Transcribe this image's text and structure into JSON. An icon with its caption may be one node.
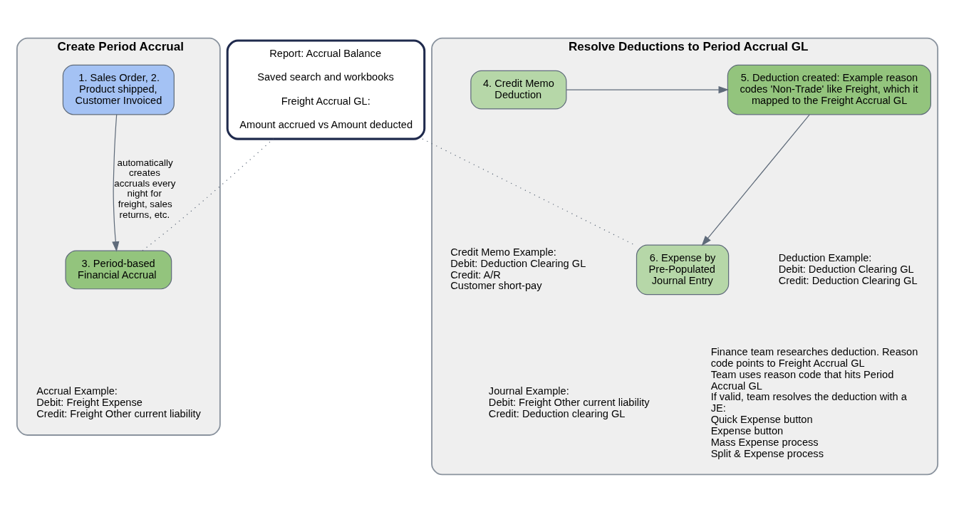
{
  "diagram": {
    "nodes": [
      {
        "text": [
          "Create Period Accrual"
        ]
      },
      {
        "text": [
          "1. Sales Order, 2. Product shipped, Customer Invoiced"
        ],
        "in": 0
      },
      {
        "text": [
          "3. Period-based Financial Accrual"
        ],
        "in": 0,
        "beside": [
          "Accrual Example:",
          "Debit: Freight Expense",
          "Credit: Freight Other current liability"
        ]
      },
      {
        "text": [
          "Resolve Deductions to Period Accrual GL"
        ]
      },
      {
        "text": [
          "4. Credit Memo Deduction"
        ],
        "in": 3,
        "beside": [
          "Credit Memo Example:",
          "Debit: Deduction Clearing GL",
          "Credit: A/R",
          "Customer short-pay"
        ]
      },
      {
        "text": [
          "5. Deduction created: Example reason codes 'Non-Trade' like Freight, which it mapped to the Freight Accrual GL"
        ],
        "in": 3,
        "beside": [
          "Deduction Example:",
          "Debit: Deduction Clearing GL",
          "Credit: Deduction Clearing GL"
        ]
      },
      {
        "text": [
          "6. Expense by Pre-Populated Journal Entry"
        ],
        "in": 3,
        "beside": [
          "Journal Example:",
          "Debit: Freight Other current liability",
          "Credit: Deduction clearing GL"
        ]
      },
      {
        "text": [
          "Report: Accrual Balance",
          "Saved search and workbooks",
          "Freight Accrual GL:",
          "Amount accrued vs Amount deducted"
        ]
      }
    ],
    "edges": [
      {
        "from": 1,
        "to": 2,
        "arrow": "to",
        "label": "automatically creates accruals every night for freight, sales returns, etc."
      },
      {
        "from": 4,
        "to": 5,
        "arrow": "to"
      },
      {
        "from": 5,
        "to": 6,
        "arrow": "to"
      },
      {
        "from": 2,
        "to": 7,
        "arrow": "none",
        "style": "dashed"
      },
      {
        "from": 7,
        "to": 6,
        "arrow": "none",
        "style": "dashed"
      }
    ],
    "labels": [
      "Finance team researches deduction. Reason code points to Freight Accrual GL",
      "Team uses reason code that hits Period Accrual GL",
      "If valid, team resolves the deduction with a JE:",
      "Quick Expense button",
      "Expense button",
      "Mass Expense process",
      "Split & Expense process"
    ]
  }
}
